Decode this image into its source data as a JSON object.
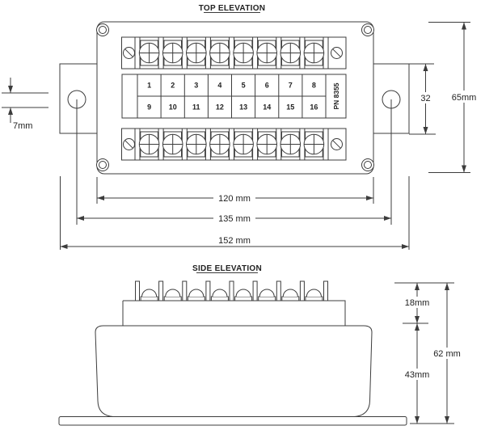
{
  "colors": {
    "background": "#ffffff",
    "line": "#3c3c3c",
    "text": "#222222"
  },
  "top_view": {
    "title": "TOP ELEVATION",
    "part_number": "PN 8355",
    "terminals_row1": [
      "1",
      "2",
      "3",
      "4",
      "5",
      "6",
      "7",
      "8"
    ],
    "terminals_row2": [
      "9",
      "10",
      "11",
      "12",
      "13",
      "14",
      "15",
      "16"
    ],
    "dimensions": {
      "mounting_hole_diameter": "7mm",
      "body_width": "120 mm",
      "hole_centres_width": "135 mm",
      "overall_width": "152 mm",
      "flange_height": "32",
      "body_height": "65mm"
    }
  },
  "side_view": {
    "title": "SIDE ELEVATION",
    "dimensions": {
      "terminal_height": "18mm",
      "body_height": "43mm",
      "overall_height": "62 mm"
    }
  }
}
